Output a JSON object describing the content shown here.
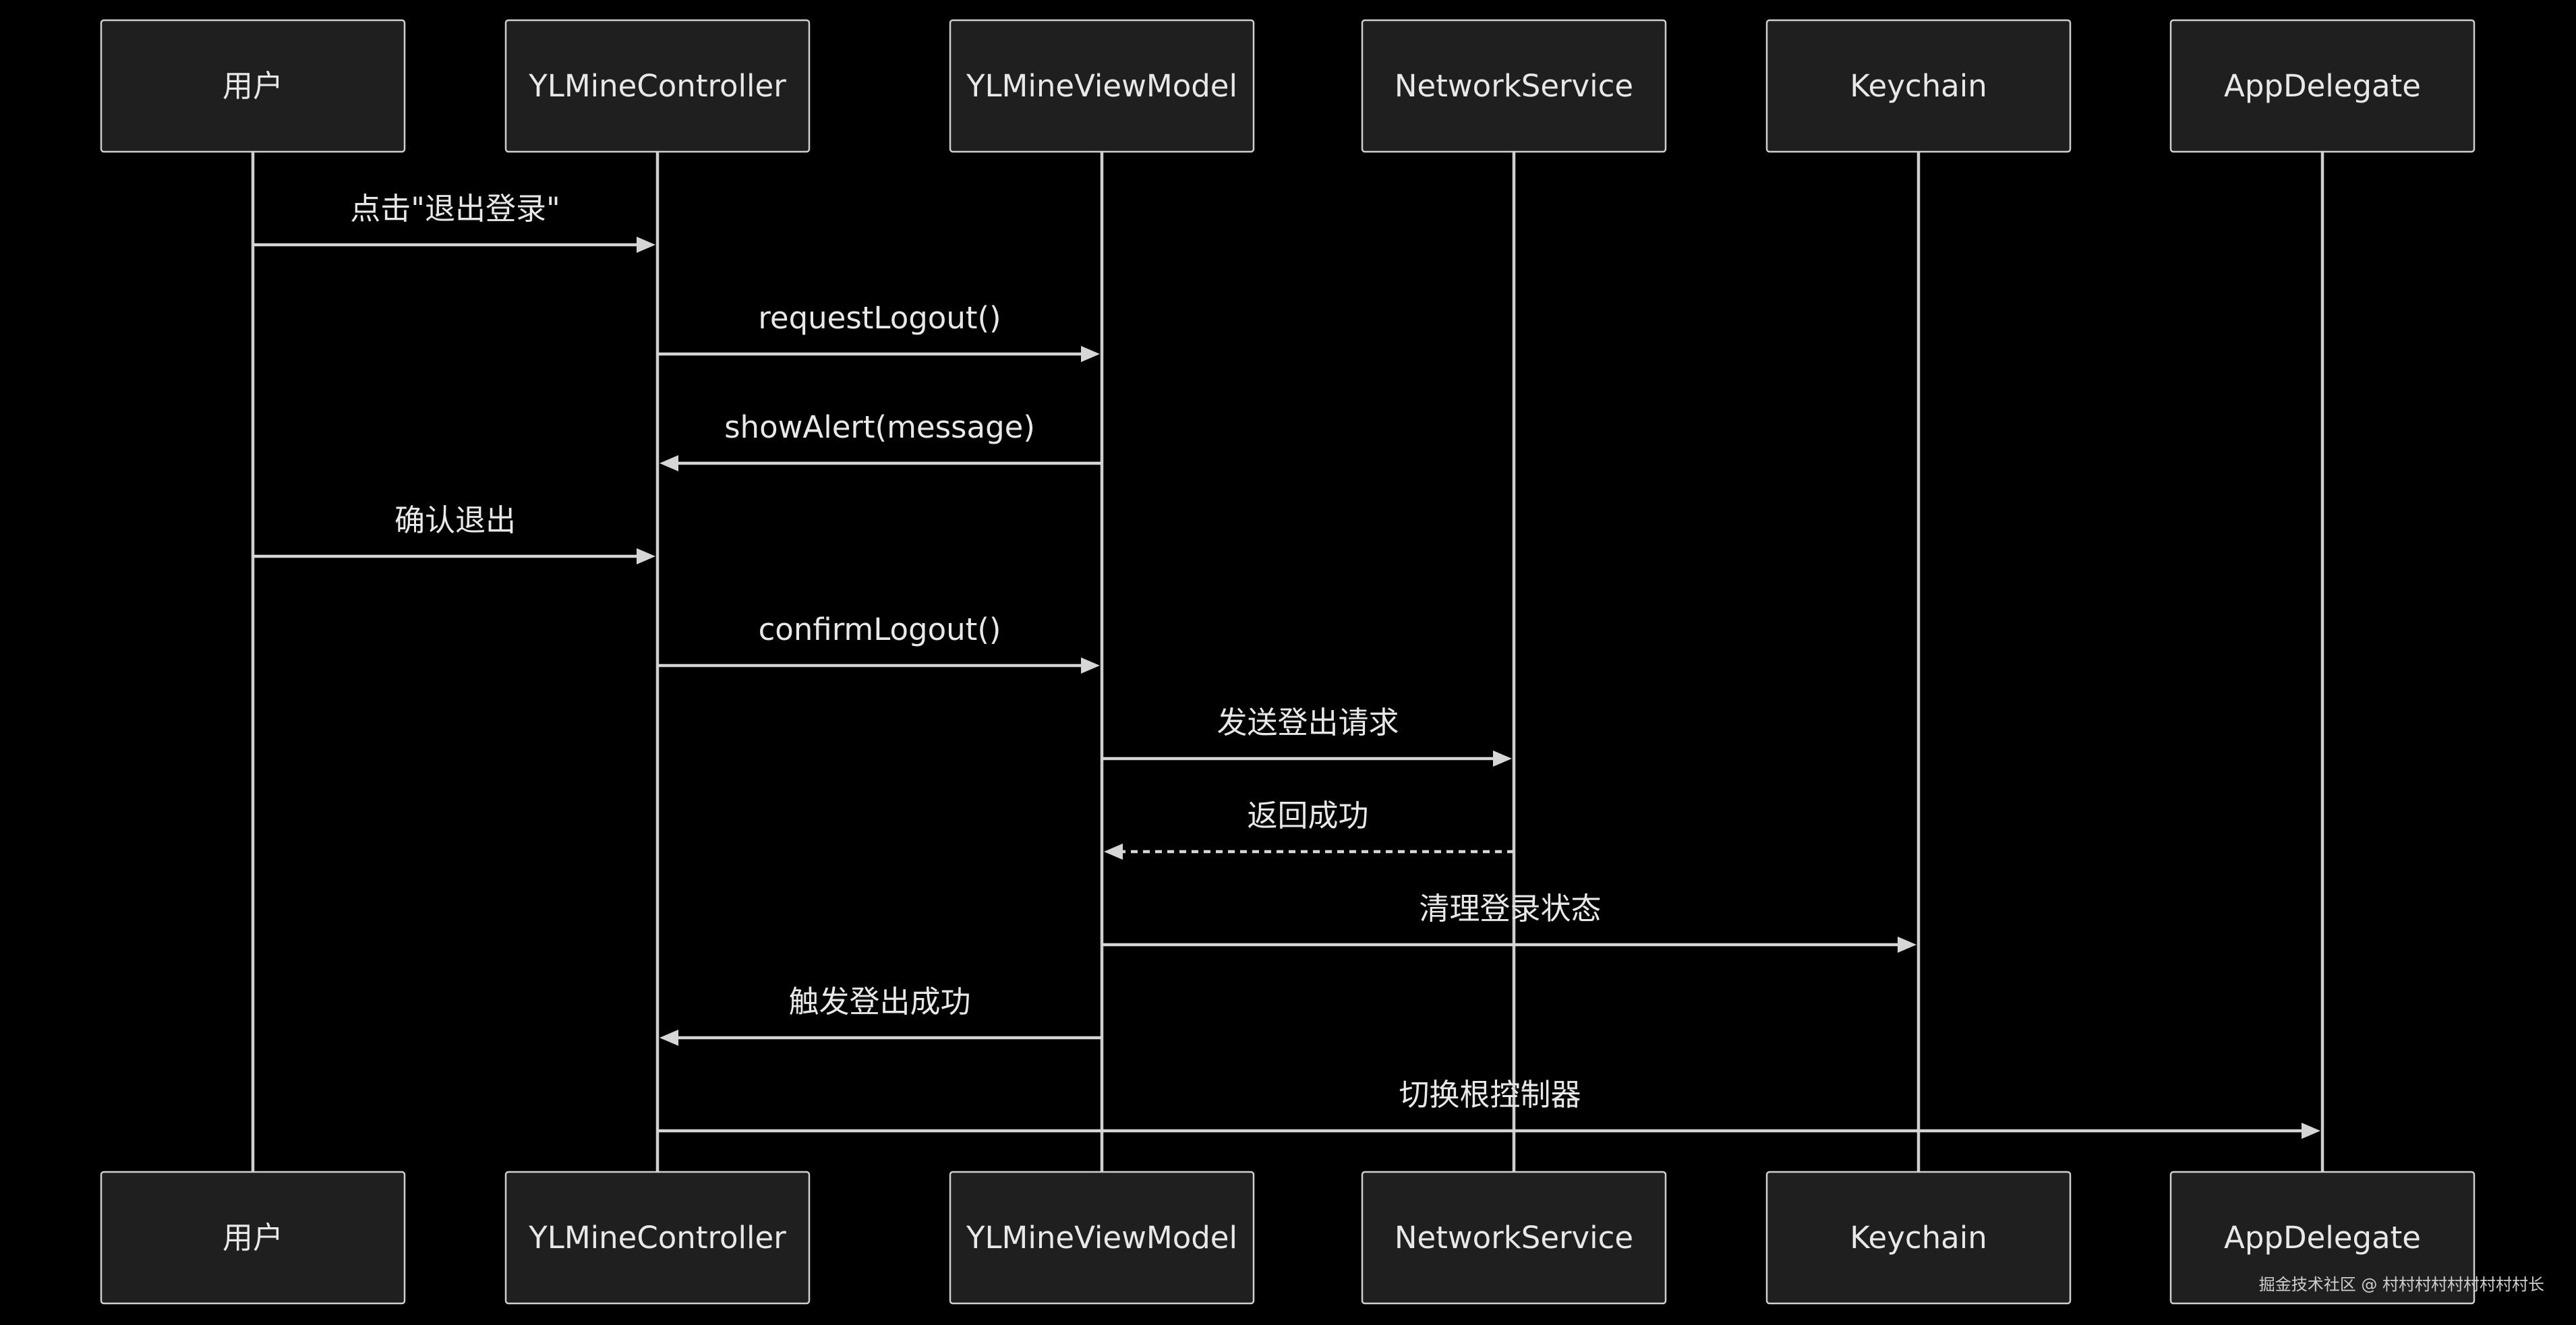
{
  "diagram": {
    "type": "sequence",
    "actors": [
      {
        "id": "user",
        "label": "用户"
      },
      {
        "id": "controller",
        "label": "YLMineController"
      },
      {
        "id": "viewmodel",
        "label": "YLMineViewModel"
      },
      {
        "id": "network",
        "label": "NetworkService"
      },
      {
        "id": "keychain",
        "label": "Keychain"
      },
      {
        "id": "appdelegate",
        "label": "AppDelegate"
      }
    ],
    "messages": [
      {
        "from": "user",
        "to": "controller",
        "label": "点击\"退出登录\"",
        "style": "solid"
      },
      {
        "from": "controller",
        "to": "viewmodel",
        "label": "requestLogout()",
        "style": "solid"
      },
      {
        "from": "viewmodel",
        "to": "controller",
        "label": "showAlert(message)",
        "style": "solid"
      },
      {
        "from": "user",
        "to": "controller",
        "label": "确认退出",
        "style": "solid"
      },
      {
        "from": "controller",
        "to": "viewmodel",
        "label": "confirmLogout()",
        "style": "solid"
      },
      {
        "from": "viewmodel",
        "to": "network",
        "label": "发送登出请求",
        "style": "solid"
      },
      {
        "from": "network",
        "to": "viewmodel",
        "label": "返回成功",
        "style": "dashed"
      },
      {
        "from": "viewmodel",
        "to": "keychain",
        "label": "清理登录状态",
        "style": "solid"
      },
      {
        "from": "viewmodel",
        "to": "controller",
        "label": "触发登出成功",
        "style": "solid"
      },
      {
        "from": "controller",
        "to": "appdelegate",
        "label": "切换根控制器",
        "style": "solid"
      }
    ]
  },
  "watermark": {
    "text": "掘金技术社区 @ 村村村村村村村村村长"
  },
  "colors": {
    "background": "#000000",
    "box_fill": "#1f1f1f",
    "stroke": "#cfcfcf",
    "text": "#e8e8e8"
  }
}
